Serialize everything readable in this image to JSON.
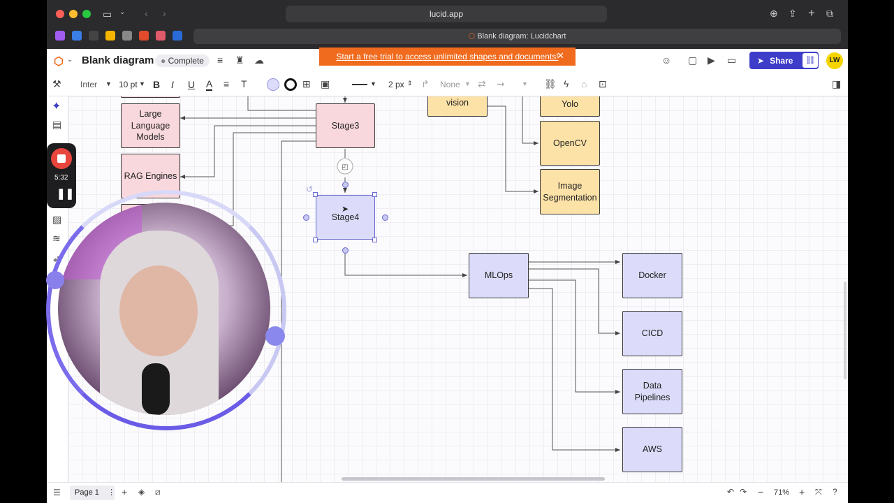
{
  "browser": {
    "url": "lucid.app",
    "tab_title": "Blank diagram: Lucidchart"
  },
  "app": {
    "doc_title": "Blank diagram",
    "status": "Complete",
    "banner": "Start a free trial to access unlimited shapes and documents!",
    "share_label": "Share",
    "avatar_initials": "LW"
  },
  "toolbar": {
    "font": "Inter",
    "font_size": "10 pt",
    "line_width": "2 px",
    "arrow_start": "None"
  },
  "recorder": {
    "timer": "5:32"
  },
  "shapes": {
    "llm": "Large Language Models",
    "rag": "RAG Engines",
    "stage3": "Stage3",
    "stage4": "Stage4",
    "vision": "vision",
    "yolo": "Yolo",
    "opencv": "OpenCV",
    "segmentation": "Image Segmentation",
    "mlops": "MLOps",
    "docker": "Docker",
    "cicd": "CICD",
    "pipelines": "Data Pipelines",
    "aws": "AWS"
  },
  "bottom": {
    "page": "Page 1",
    "zoom": "71%"
  },
  "colors": {
    "accent": "#3d3dc9",
    "banner": "#f06b1e",
    "pink_fill": "#f9d8dd",
    "orange_fill": "#fde2a8",
    "lavender_fill": "#dcdcfa"
  }
}
